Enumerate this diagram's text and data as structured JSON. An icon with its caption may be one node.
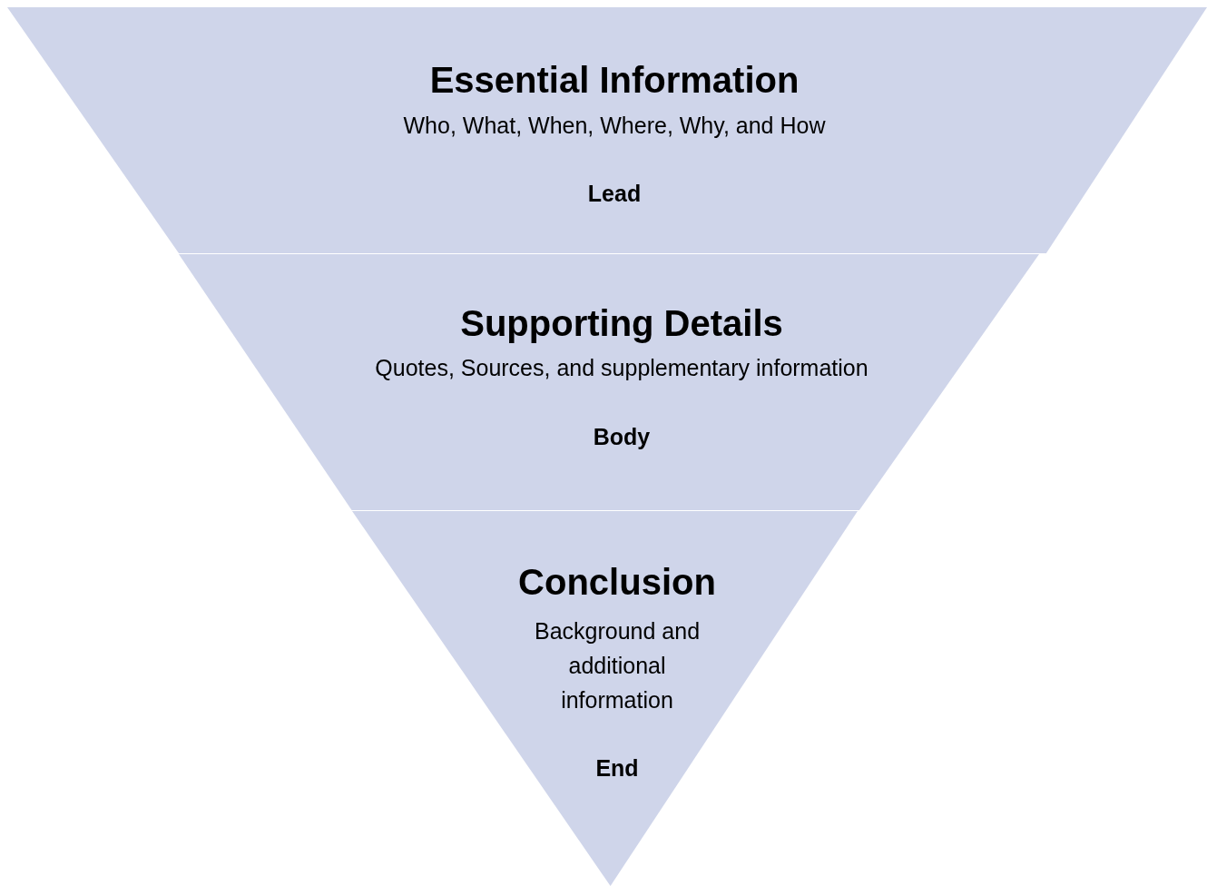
{
  "diagram": {
    "nodes": [
      {
        "text": [
          "Essential Information",
          "Who, What, When, Where, Why, and How",
          "Lead"
        ]
      },
      {
        "text": [
          "Supporting Details",
          "Quotes, Sources, and supplementary information",
          "Body"
        ]
      },
      {
        "text": [
          "Conclusion",
          "Background and additional information",
          "End"
        ]
      }
    ]
  }
}
